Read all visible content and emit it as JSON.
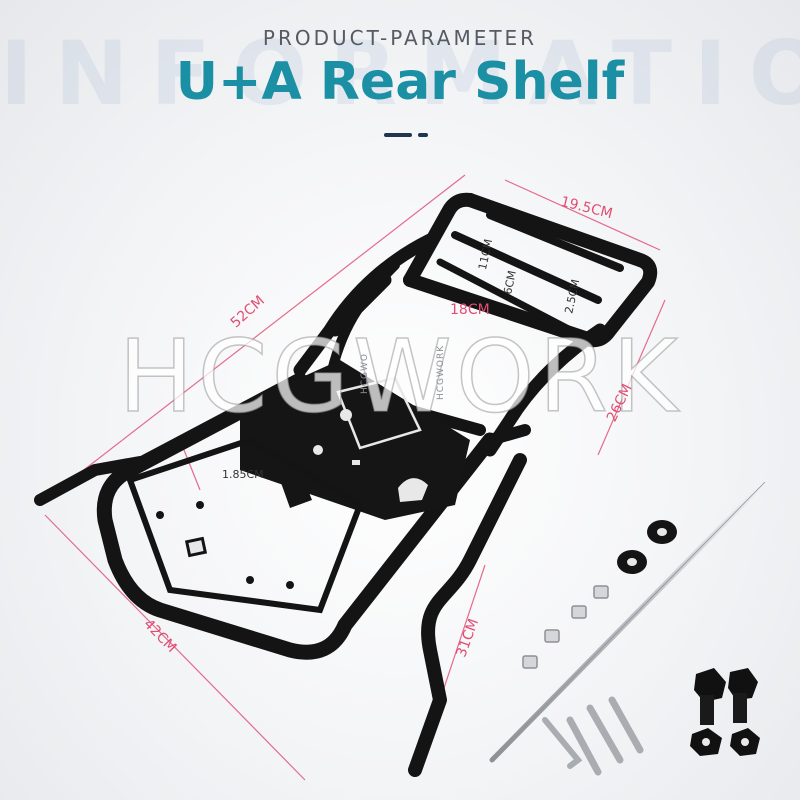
{
  "header": {
    "background_word": "INFORMATION",
    "kicker": "PRODUCT-PARAMETER",
    "title": "U+A Rear Shelf"
  },
  "watermark": {
    "main": "HCGWORK",
    "small_1": "HCGWO",
    "small_2": "HCGWORK"
  },
  "dimensions": {
    "d1": "19.5CM",
    "d2": "11CM",
    "d3": "6CM",
    "d4": "2.5CM",
    "d5": "18CM",
    "d6": "52CM",
    "d7": "26CM",
    "d8": "1.85CM",
    "d9": "42CM",
    "d10": "31CM"
  },
  "colors": {
    "title": "#1b8fa3",
    "dimension": "#e04e74",
    "frame": "#141414",
    "hardware": "#c9ccd0"
  }
}
